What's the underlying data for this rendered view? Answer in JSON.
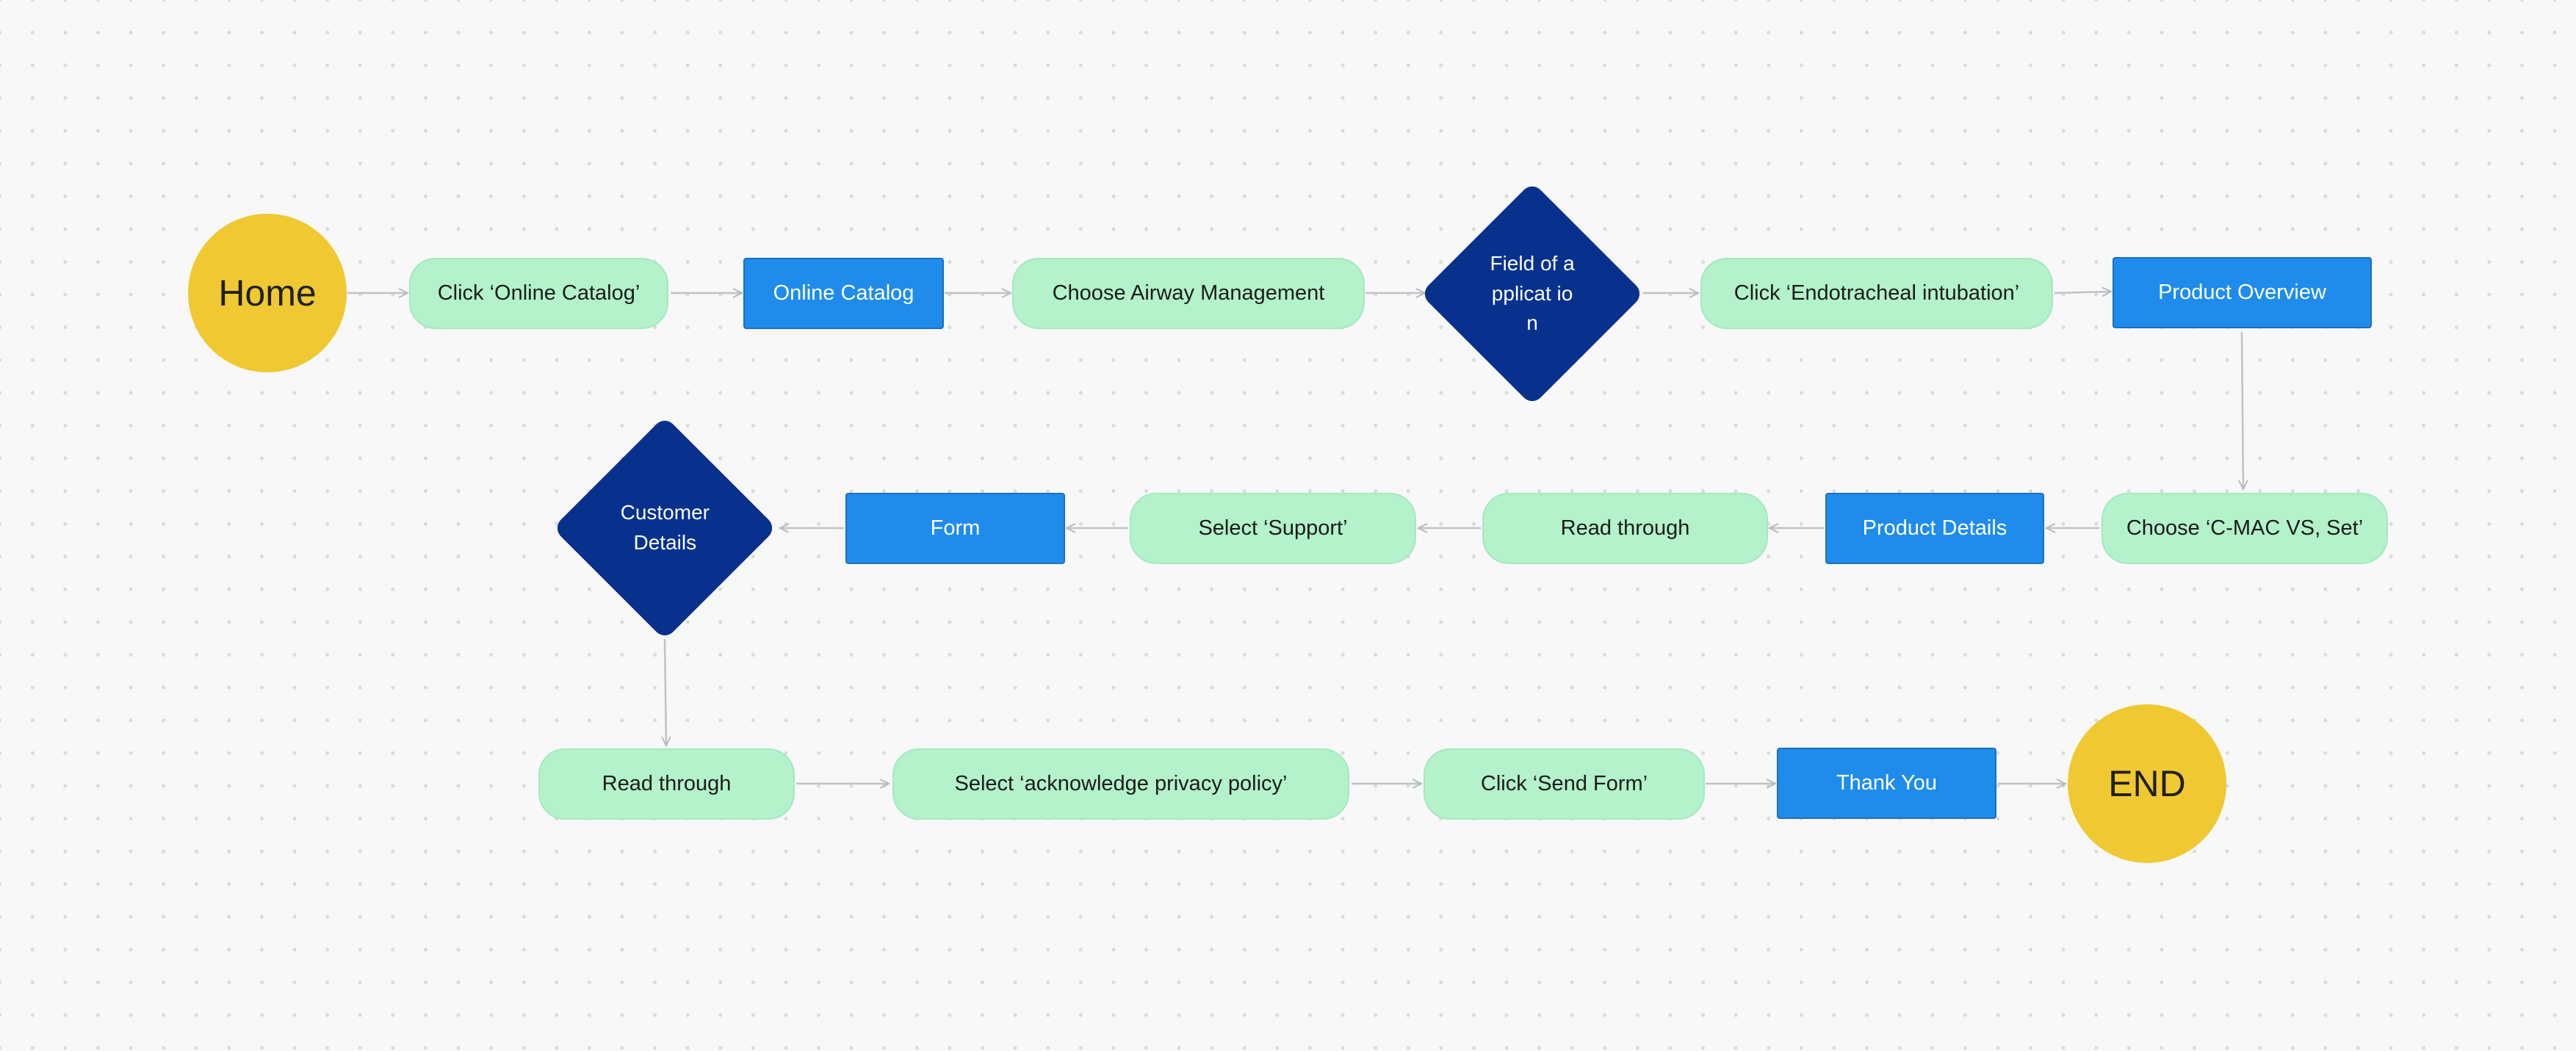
{
  "flow": {
    "home": "Home",
    "click_online_catalog": "Click ‘Online Catalog’",
    "online_catalog": "Online Catalog",
    "choose_airway": "Choose Airway Management",
    "field_of_application": "Field of applicat ion",
    "click_endotracheal": "Click ‘Endotracheal intubation’",
    "product_overview": "Product Overview",
    "choose_cmac": "Choose ‘C-MAC VS, Set’",
    "product_details": "Product Details",
    "read_through_1": "Read through",
    "select_support": "Select ‘Support’",
    "form": "Form",
    "customer_details": "Customer Details",
    "read_through_2": "Read through",
    "select_privacy": "Select ‘acknowledge privacy policy’",
    "click_send_form": "Click ‘Send Form’",
    "thank_you": "Thank You",
    "end": "END"
  },
  "colors": {
    "action": "#b3f2ca",
    "page": "#1f8ceb",
    "decision": "#08318e",
    "terminal": "#f0c832",
    "connector": "#bfc2c6"
  }
}
